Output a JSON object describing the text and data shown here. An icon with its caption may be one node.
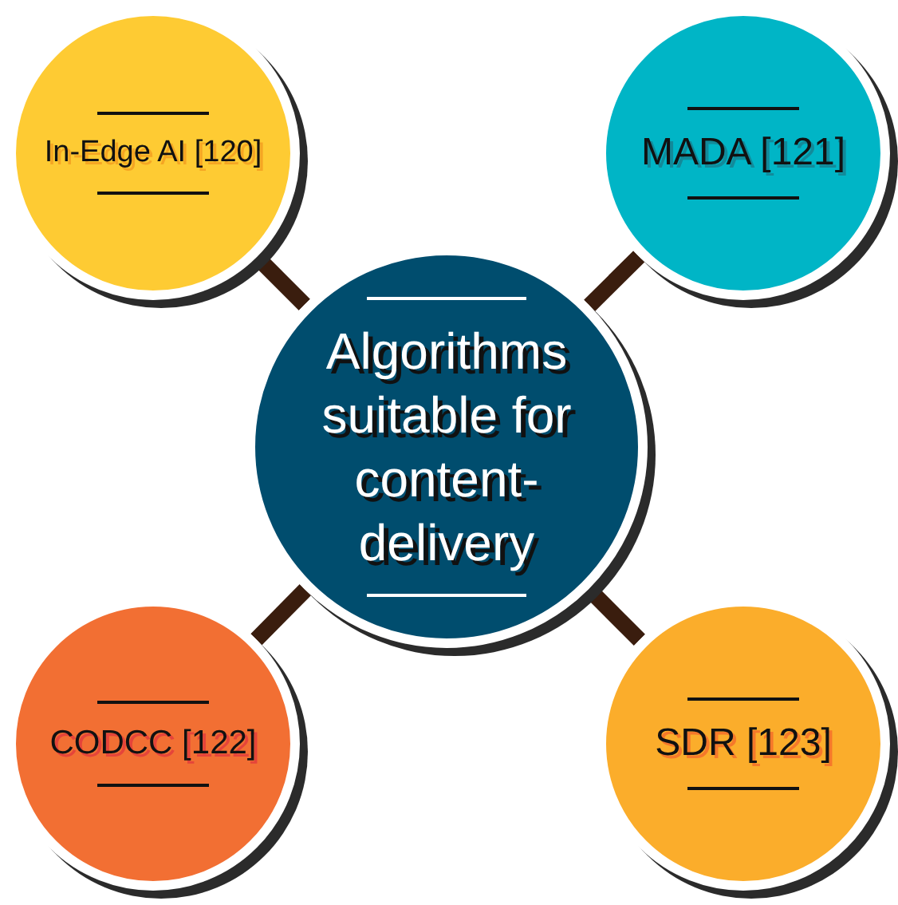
{
  "diagram": {
    "nodes": [
      {
        "text": [
          "In-Edge AI [120]"
        ]
      },
      {
        "text": [
          "MADA [121]"
        ]
      },
      {
        "text": [
          "Algorithms suitable for content-delivery"
        ]
      },
      {
        "text": [
          "CODCC [122]"
        ]
      },
      {
        "text": [
          "SDR [123]"
        ]
      }
    ],
    "edges": [
      {
        "from": 2,
        "to": 0,
        "arrow": "none"
      },
      {
        "from": 2,
        "to": 1,
        "arrow": "none"
      },
      {
        "from": 2,
        "to": 3,
        "arrow": "none"
      },
      {
        "from": 2,
        "to": 4,
        "arrow": "none"
      }
    ]
  }
}
